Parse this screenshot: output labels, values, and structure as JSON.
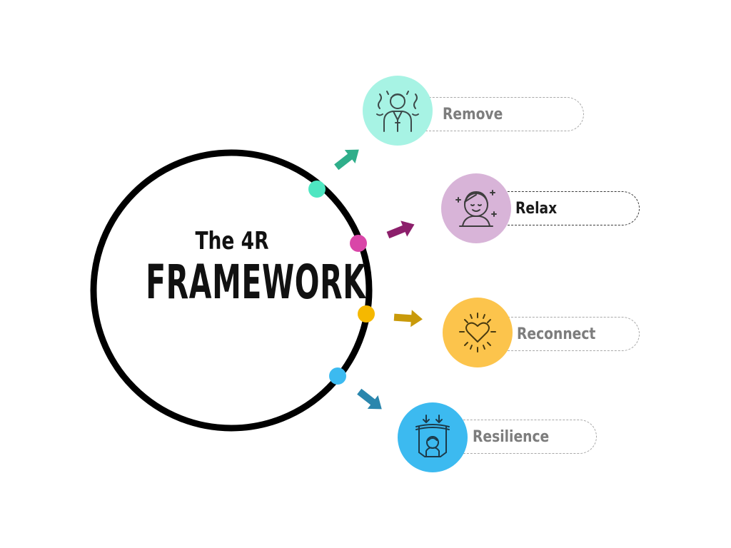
{
  "title": {
    "line1": "The 4R",
    "line2": "FRAMEWORK"
  },
  "items": [
    {
      "label": "Remove",
      "icon": "stressed-person-icon",
      "color": "#a7f3e4",
      "dot": "#4ee6c1",
      "arrow": "#2fae8a",
      "emphasized": false
    },
    {
      "label": "Relax",
      "icon": "relaxed-face-icon",
      "color": "#d8b4d8",
      "dot": "#d946a8",
      "arrow": "#8c1f6b",
      "emphasized": true
    },
    {
      "label": "Reconnect",
      "icon": "glowing-heart-icon",
      "color": "#fcc44c",
      "dot": "#f5b800",
      "arrow": "#c99a0a",
      "emphasized": false
    },
    {
      "label": "Resilience",
      "icon": "person-under-pressure-icon",
      "color": "#3cbaf0",
      "dot": "#3cbaf0",
      "arrow": "#2a86ad",
      "emphasized": false
    }
  ]
}
